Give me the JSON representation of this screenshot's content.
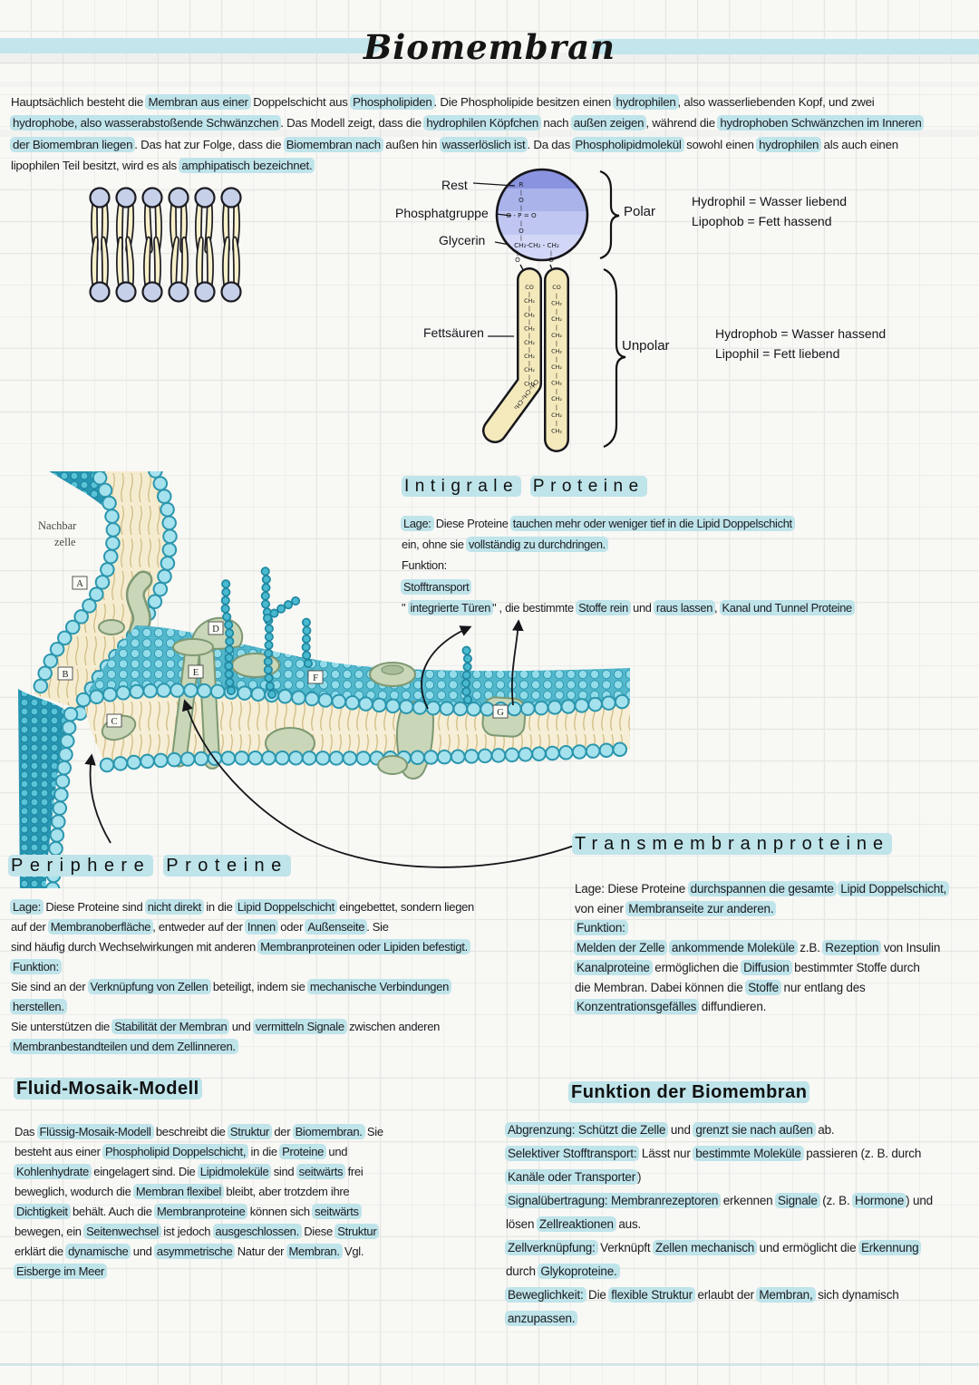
{
  "title": "Biomembran",
  "colors": {
    "highlight": "#bfe4ea",
    "title_bar": "#c3e5ec",
    "lipid_head": "#c6d0e9",
    "lipid_tail": "#f8f0ca",
    "molecule_head_top": "#8a93df",
    "molecule_head_bottom": "#d3d7f7",
    "membrane_teal": "#53b8cc",
    "membrane_cream": "#f6eed6",
    "protein_green": "#c9d6b8"
  },
  "intro": {
    "lines": [
      {
        "text": "Hauptsächlich besteht die Membran aus einer Doppelschicht aus Phospholipiden. Die Phospholipide besitzen einen hydrophilen, also wasserliebenden Kopf, und zwei",
        "marks": [
          "Membran aus einer",
          "Phospholipiden",
          "hydrophilen"
        ]
      },
      {
        "text": "hydrophobe, also wasserabstoßende Schwänzchen. Das Modell zeigt, dass die hydrophilen Köpfchen nach außen zeigen, während die hydrophoben Schwänzchen im Inneren",
        "marks": [
          "hydrophobe, also wasserabstoßende Schwänzchen",
          "hydrophilen Köpfchen",
          "außen zeigen",
          "hydrophoben Schwänzchen im Inneren"
        ]
      },
      {
        "text": "der Biomembran liegen. Das hat zur Folge, dass die Biomembran nach außen hin wasserlöslich ist. Da das Phospholipidmolekül sowohl einen hydrophilen als auch einen",
        "marks": [
          "der Biomembran liegen",
          "Biomembran nach",
          "wasserlöslich ist",
          "Phospholipidmolekül",
          "hydrophilen"
        ]
      },
      {
        "text": "lipophilen Teil besitzt, wird es als amphipatisch bezeichnet.",
        "marks": [
          "amphipatisch bezeichnet."
        ]
      }
    ]
  },
  "molecule": {
    "labels": {
      "rest": "Rest",
      "phosphate": "Phosphatgruppe",
      "glycerin": "Glycerin",
      "fatty_acids": "Fettsäuren",
      "polar": "Polar",
      "unpolar": "Unpolar"
    },
    "legend_polar": [
      {
        "text": "Hydrophil = Wasser liebend",
        "marks": []
      },
      {
        "text": "Lipophob  = Fett hassend",
        "marks": []
      }
    ],
    "legend_unpolar": [
      {
        "text": "Hydrophob  = Wasser hassend",
        "marks": []
      },
      {
        "text": "Lipophil       = Fett liebend",
        "marks": []
      }
    ],
    "formula": {
      "r": "R",
      "bond": "|",
      "o": "O",
      "phosphate_row": "O - P = O",
      "glycerin_row": "CH₂-CH₂ - CH₂",
      "o_left": "O",
      "o_right": "O"
    },
    "tail_left": [
      "CO",
      "|",
      "CH₂",
      "|",
      "CH₂",
      "|",
      "CH₂",
      "|",
      "CH₂",
      "|",
      "CH₂",
      "|",
      "CH₂",
      "|",
      "CH₂"
    ],
    "tail_left_bend": "CH₂-CH₂-CH₂",
    "tail_right": [
      "CO",
      "|",
      "CH₂",
      "|",
      "CH₂",
      "|",
      "CH₂",
      "|",
      "CH₂",
      "|",
      "CH₂",
      "|",
      "CH₂",
      "|",
      "CH₂",
      "|",
      "CH₂",
      "|",
      "CH₂"
    ]
  },
  "membrane_figure": {
    "neighbor_line1": "Nachbar",
    "neighbor_line2": "zelle",
    "protein_labels": [
      "A",
      "B",
      "C",
      "D",
      "E",
      "F",
      "G"
    ]
  },
  "sections": {
    "integral": {
      "heading": {
        "text": "Intigrale  Proteine",
        "marks": [
          "Intigrale",
          "Proteine"
        ]
      },
      "lines": [
        {
          "text": "Lage: Diese Proteine tauchen mehr oder weniger tief in die Lipid Doppelschicht",
          "marks": [
            "Lage:",
            "tauchen mehr oder weniger tief in die Lipid Doppelschicht"
          ]
        },
        {
          "text": "ein, ohne sie vollständig zu durchdringen.",
          "marks": [
            "vollständig zu durchdringen."
          ]
        },
        {
          "text": "Funktion:",
          "marks": []
        },
        {
          "text": "Stofftransport",
          "marks": [
            "Stofftransport"
          ]
        },
        {
          "text": "\" integrierte Türen\" , die bestimmte Stoffe rein und raus lassen, Kanal und Tunnel Proteine",
          "marks": [
            "integrierte Türen",
            "Stoffe rein",
            "raus lassen",
            "Kanal und Tunnel Proteine"
          ]
        }
      ]
    },
    "peripheral": {
      "heading": {
        "text": "Periphere  Proteine",
        "marks": [
          "Periphere",
          "Proteine"
        ]
      },
      "lines": [
        {
          "text": "Lage: Diese Proteine sind nicht direkt in die Lipid Doppelschicht eingebettet, sondern liegen",
          "marks": [
            "Lage:",
            "nicht direkt",
            "Lipid Doppelschicht"
          ]
        },
        {
          "text": "auf der Membranoberfläche, entweder auf der Innen oder Außenseite. Sie",
          "marks": [
            "Membranoberfläche",
            "Innen",
            "Außenseite"
          ]
        },
        {
          "text": "sind häufig durch Wechselwirkungen mit anderen Membranproteinen oder Lipiden befestigt.",
          "marks": [
            "Membranproteinen oder Lipiden befestigt."
          ]
        },
        {
          "text": "Funktion:",
          "marks": [
            "Funktion:"
          ]
        },
        {
          "text": "Sie sind an der Verknüpfung von Zellen beteiligt, indem sie mechanische Verbindungen",
          "marks": [
            "Verknüpfung von Zellen",
            "mechanische Verbindungen"
          ]
        },
        {
          "text": "herstellen.",
          "marks": [
            "herstellen."
          ]
        },
        {
          "text": "Sie unterstützen die Stabilität der Membran und vermitteln Signale zwischen anderen",
          "marks": [
            "Stabilität der Membran",
            "vermitteln Signale"
          ]
        },
        {
          "text": "Membranbestandteilen und dem Zellinneren.",
          "marks": [
            "Membranbestandteilen und dem Zellinneren."
          ]
        }
      ]
    },
    "transmembrane": {
      "heading": {
        "text": "Transmembranproteine",
        "marks": [
          "Transmembranproteine"
        ]
      },
      "lines": [
        {
          "text": "Lage: Diese Proteine durchspannen die gesamte Lipid Doppelschicht,",
          "marks": [
            "durchspannen die gesamte",
            "Lipid Doppelschicht,"
          ]
        },
        {
          "text": "von einer Membranseite zur anderen.",
          "marks": [
            "Membranseite zur anderen."
          ]
        },
        {
          "text": "Funktion:",
          "marks": [
            "Funktion:"
          ]
        },
        {
          "text": "Melden der Zelle ankommende Moleküle z.B. Rezeption von Insulin",
          "marks": [
            "Melden der Zelle",
            "ankommende Moleküle",
            "Rezeption"
          ]
        },
        {
          "text": "Kanalproteine ermöglichen die Diffusion bestimmter Stoffe durch",
          "marks": [
            "Kanalproteine",
            "Diffusion"
          ]
        },
        {
          "text": "die Membran. Dabei können die Stoffe nur entlang des",
          "marks": [
            "Stoffe"
          ]
        },
        {
          "text": "Konzentrationsgefälles diffundieren.",
          "marks": [
            "Konzentrationsgefälles"
          ]
        }
      ]
    },
    "fluid": {
      "heading": {
        "text": "Fluid-Mosaik-Modell",
        "marks": [
          "Fluid-Mosaik-Modell"
        ]
      },
      "lines": [
        {
          "text": "Das Flüssig-Mosaik-Modell beschreibt die Struktur der Biomembran. Sie",
          "marks": [
            "Flüssig-Mosaik-Modell",
            "Struktur",
            "Biomembran."
          ]
        },
        {
          "text": "besteht aus einer Phospholipid Doppelschicht, in die Proteine und",
          "marks": [
            "Phospholipid Doppelschicht,",
            "Proteine"
          ]
        },
        {
          "text": "Kohlenhydrate eingelagert sind. Die Lipidmoleküle sind seitwärts frei",
          "marks": [
            "Kohlenhydrate",
            "Lipidmoleküle",
            "seitwärts"
          ]
        },
        {
          "text": "beweglich, wodurch die Membran flexibel bleibt, aber trotzdem ihre",
          "marks": [
            "Membran flexibel"
          ]
        },
        {
          "text": "Dichtigkeit behält. Auch die Membranproteine können sich seitwärts",
          "marks": [
            "Dichtigkeit",
            "Membranproteine",
            "seitwärts"
          ]
        },
        {
          "text": "bewegen, ein Seitenwechsel ist jedoch ausgeschlossen. Diese Struktur",
          "marks": [
            "Seitenwechsel",
            "ausgeschlossen.",
            "Struktur"
          ]
        },
        {
          "text": "erklärt die dynamische und asymmetrische Natur der Membran. Vgl.",
          "marks": [
            "dynamische",
            "asymmetrische",
            "Membran."
          ]
        },
        {
          "text": "Eisberge im Meer",
          "marks": [
            "Eisberge im Meer"
          ]
        }
      ]
    },
    "funktion": {
      "heading": {
        "text": "Funktion der Biomembran",
        "marks": [
          "Funktion der Biomembran"
        ]
      },
      "lines": [
        {
          "text": "Abgrenzung: Schützt die Zelle und grenzt sie nach außen ab.",
          "marks": [
            "Abgrenzung: Schützt die Zelle",
            "grenzt sie nach außen"
          ]
        },
        {
          "text": "Selektiver Stofftransport: Lässt nur bestimmte Moleküle passieren (z. B. durch",
          "marks": [
            "Selektiver Stofftransport:",
            "bestimmte Moleküle"
          ]
        },
        {
          "text": "Kanäle oder Transporter)",
          "marks": [
            "Kanäle oder Transporter"
          ]
        },
        {
          "text": "Signalübertragung: Membranrezeptoren erkennen Signale (z. B. Hormone) und",
          "marks": [
            "Signalübertragung: Membranrezeptoren",
            "Signale",
            "Hormone"
          ]
        },
        {
          "text": "lösen Zellreaktionen aus.",
          "marks": [
            "Zellreaktionen"
          ]
        },
        {
          "text": "Zellverknüpfung: Verknüpft Zellen mechanisch und ermöglicht die Erkennung",
          "marks": [
            "Zellverknüpfung:",
            "Zellen mechanisch",
            "Erkennung"
          ]
        },
        {
          "text": "durch Glykoproteine.",
          "marks": [
            "Glykoproteine."
          ]
        },
        {
          "text": "Beweglichkeit: Die flexible Struktur erlaubt der Membran, sich dynamisch",
          "marks": [
            "Beweglichkeit:",
            "flexible Struktur",
            "Membran,"
          ]
        },
        {
          "text": "anzupassen.",
          "marks": [
            "anzupassen."
          ]
        }
      ]
    }
  }
}
